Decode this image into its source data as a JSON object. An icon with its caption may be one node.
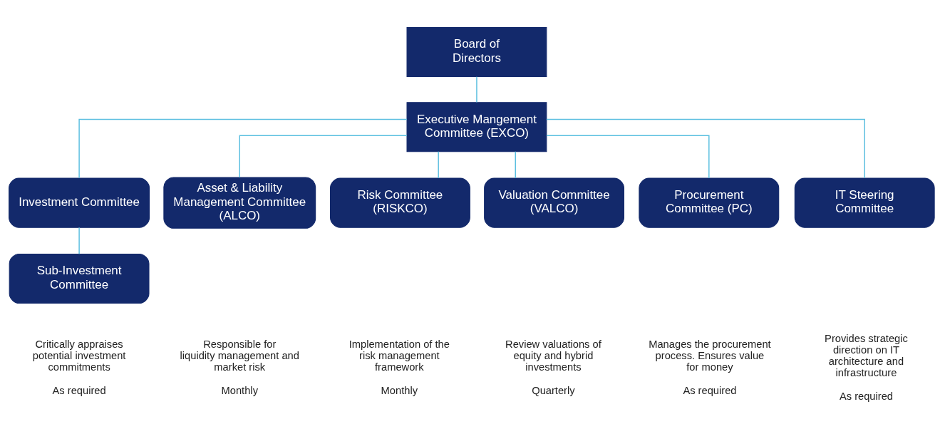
{
  "diagram": {
    "nodes": [
      {
        "text": [
          "Board of Directors"
        ]
      },
      {
        "text": [
          "Executive Mangement Committee (EXCO)"
        ]
      },
      {
        "text": [
          "Investment Committee"
        ],
        "beside": [
          "Critically appraises potential investment commitments",
          "As required"
        ]
      },
      {
        "text": [
          "Asset & Liability Management Committee (ALCO)"
        ],
        "beside": [
          "Responsible for liquidity management and market risk",
          "Monthly"
        ]
      },
      {
        "text": [
          "Risk Committee (RISKCO)"
        ],
        "beside": [
          "Implementation of the risk management framework",
          "Monthly"
        ]
      },
      {
        "text": [
          "Valuation Committee (VALCO)"
        ],
        "beside": [
          "Review valuations of equity and hybrid investments",
          "Quarterly"
        ]
      },
      {
        "text": [
          "Procurement Committee (PC)"
        ],
        "beside": [
          "Manages the procurement process. Ensures value for money",
          "As required"
        ]
      },
      {
        "text": [
          "IT Steering Committee"
        ],
        "beside": [
          "Provides strategic direction on IT architecture and infrastructure",
          "As required"
        ]
      },
      {
        "text": [
          "Sub-Investment Committee"
        ]
      }
    ],
    "edges": [
      {
        "from": 0,
        "to": 1,
        "arrow": "none"
      },
      {
        "from": 1,
        "to": 2,
        "arrow": "none"
      },
      {
        "from": 1,
        "to": 3,
        "arrow": "none"
      },
      {
        "from": 1,
        "to": 4,
        "arrow": "none"
      },
      {
        "from": 1,
        "to": 5,
        "arrow": "none"
      },
      {
        "from": 1,
        "to": 6,
        "arrow": "none"
      },
      {
        "from": 1,
        "to": 7,
        "arrow": "none"
      },
      {
        "from": 2,
        "to": 8,
        "arrow": "none"
      }
    ]
  }
}
